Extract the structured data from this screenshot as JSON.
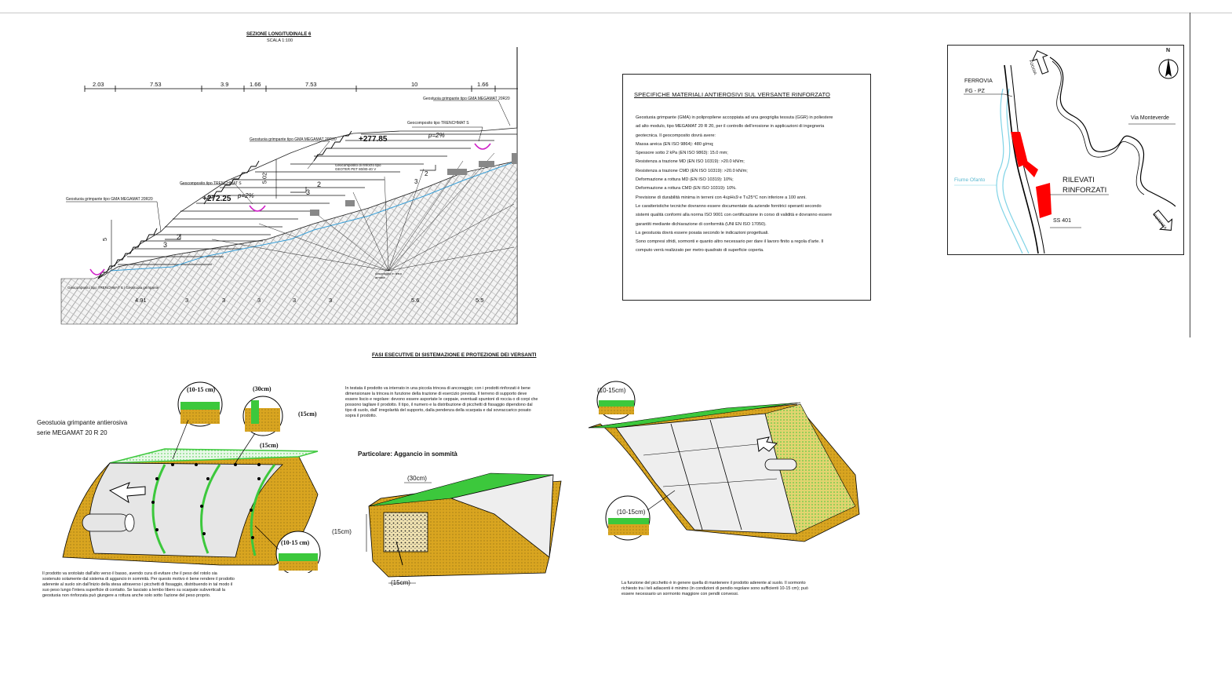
{
  "section": {
    "title": "SEZIONE LONGITUDINALE 6",
    "scale": "SCALA 1:100",
    "top_dims": [
      "2.03",
      "7.53",
      "3.9",
      "1.66",
      "7.53",
      "10",
      "1.66"
    ],
    "bottom_dims": [
      "4.91",
      "3",
      "3",
      "3",
      "3",
      "3",
      "5.6",
      "5.5"
    ],
    "elevations": [
      "+277.85",
      "+272.25"
    ],
    "slope_labels": [
      "p=2%",
      "p=2%"
    ],
    "ratio_labels": [
      "2",
      "3",
      "2",
      "3",
      "2",
      "3"
    ],
    "height_labels": [
      "5",
      "5.02",
      "5"
    ],
    "callouts": {
      "gma_top": "Geostuoia grimpante tipo GMA MEGAMAT 20R20",
      "trenchmat_top": "Geocomposito tipo TRENCHMAT S",
      "gma_mid": "Geostuoia grimpante tipo GMA MEGAMAT 20R20",
      "drain": "Geocomposito di rinforzo tipo GEOTER PET 80/80-40 V",
      "trenchmat_mid": "Geocomposito tipo TRENCHMAT S",
      "gma_low": "Geostuoia grimpante tipo GMA MEGAMAT 20R20",
      "base": "Geocomposito tipo TRENCHMAT S / Geostuoia grimpante",
      "anchor": "Ancoraggio in terra armata"
    }
  },
  "spec": {
    "title": "SPECIFICHE MATERIALI ANTIEROSIVI SUL VERSANTE RINFORZATO",
    "lines": [
      "Geostuoia grimpante (GMA) in polipropilene accoppiata ad una geogriglia tessuta (GGR) in poliestere",
      "ad alto modulo, tipo MEGAMAT 20 R 20, per il controllo dell'erosione in applicazioni di ingegneria",
      "geotecnica. Il geocomposito dovrà avere:",
      "Massa areica (EN ISO 9864): 480 g/mq;",
      "Spessore sotto 2 kPa (EN ISO 9863): 15.0 mm;",
      "Resistenza a trazione MD (EN ISO 10319): >20.0 kN/m;",
      "Resistenza a trazione CMD (EN ISO 10319): >20.0 kN/m;",
      "Deformazione a rottura MD (EN ISO 10319): 10%;",
      "Deformazione a rottura CMD (EN ISO 10319): 10%.",
      "Previsione di durabilità minima in terreni con 4≤pH≤9 e T≤25°C non inferiore a 100 anni.",
      "Le caratteristiche tecniche dovranno essere documentate da aziende fornitrici operanti secondo",
      "sistemi qualità conformi alla norma ISO 9001 con certificazione in corso di validità e dovranno essere",
      "garantiti mediante dichiarazione di conformità (UNI EN ISO 17050).",
      "La geostuoia dovrà essere posata secondo le indicazioni progettuali.",
      "Sono compresi sfridi, sormonti e quanto altro necessario per dare il lavoro finito a regola d'arte. Il",
      "computo verrà realizzato per metro quadrato di superficie coperta."
    ]
  },
  "map": {
    "ferrovia": "FERROVIA",
    "fg_pz": "FG - PZ",
    "foggia": "FOGGIA",
    "via": "Via Monteverde",
    "fiume": "Fiume Ofanto",
    "rilevati1": "RILEVATI",
    "rilevati2": "RINFORZATI",
    "ss": "SS 401",
    "potenza": "POTENZA",
    "north": "N",
    "red": "#ff0000",
    "river": "#7fd3e6"
  },
  "phases": {
    "title": "FASI ESECUTIVE DI SISTEMAZIONE E PROTEZIONE DEI VERSANTI",
    "fig1": {
      "label1": "Geostuoia grimpante antierosiva",
      "label2": "serie MEGAMAT  20 R 20",
      "d1": "(10-15 cm)",
      "d2": "(30cm)",
      "d3": "(15cm)",
      "d4": "(15cm)",
      "d5": "(10-15 cm)",
      "caption": [
        "Il prodotto va srotolato dall'alto verso il basso, avendo cura di evitare che il peso del rotolo sia",
        "sostenuto solamente dal sistema di aggancio in sommità. Per questo motivo è bene rendere il prodotto",
        "aderente al suolo sin dall'inizio della stesa attraverso i picchetti di fissaggio, distribuendo in tal modo il",
        "suo peso lungo l'intera superficie di contatto. Se lasciato a lembo libero su scarpate subverticali la",
        "geostuoia non rinforzata può giungere a rottura anche solo sotto l'azione del peso proprio."
      ]
    },
    "fig2": {
      "text": [
        "In testata il prodotto va interrato in una piccola trincea di ancoraggio; con i prodotti rinforzati è bene",
        "dimensionare la trincea in funzione della trazione di esercizio prevista. Il terreno di supporto deve",
        "essere liscio e regolare: devono essere asportate le ceppaie, eventuali spuntoni di roccia o di corpi che",
        "possono tagliare il prodotto. Il tipo, il numero e la distribuzione di picchetti di fissaggio dipendono dal",
        "tipo di suolo, dall' irregolarità del supporto, dalla pendenza della scarpata e dal sovraccarico posato",
        "sopra il prodotto."
      ],
      "subtitle": "Particolare: Aggancio in sommità",
      "d1": "(30cm)",
      "d2": "(15cm)",
      "d3": "(15cm)"
    },
    "fig3": {
      "d1": "(10-15cm)",
      "d2": "(10-15cm)",
      "caption": [
        "La funzione del picchetto è in genere quella di mantenere il prodotto aderente al suolo. Il sormonto",
        "richiesto tra i teli adiacenti è minimo (in condizioni di pendio regolare sono sufficienti 10-15 cm); può",
        "essere necessario un sormonto maggiore con pendii convessi."
      ]
    },
    "colors": {
      "soil": "#d9a520",
      "grass": "#3cc83c",
      "mat": "#e6e6e6"
    }
  }
}
